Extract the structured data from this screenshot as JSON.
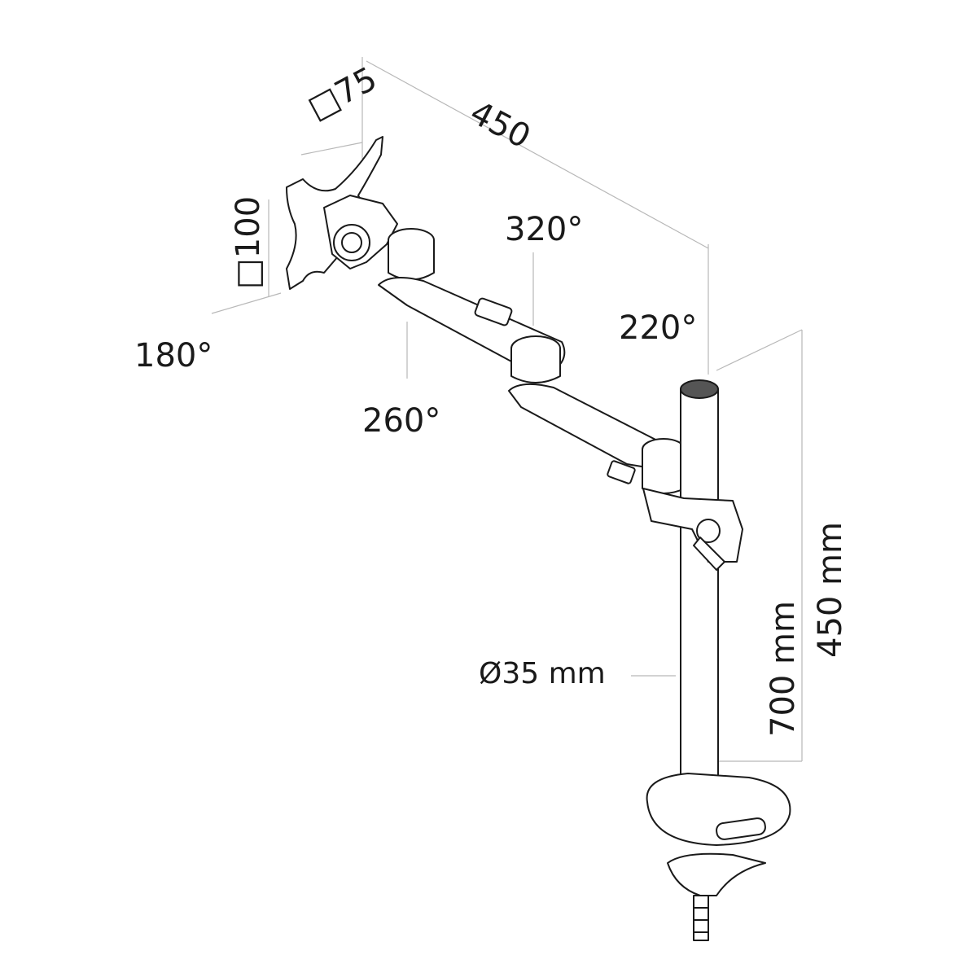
{
  "diagram": {
    "subject": "Single monitor desk arm with pole and desk clamp",
    "dimensions": {
      "vesa_small": "□75",
      "vesa_large": "□100",
      "arm_reach": "450",
      "pole_diameter": "Ø35 mm",
      "height_inner": "700 mm",
      "height_outer": "450 mm"
    },
    "rotation_angles": {
      "tilt_head": "180°",
      "joint_middle": "320°",
      "joint_lower": "260°",
      "joint_pole": "220°"
    },
    "colors": {
      "line": "#1a1a1a",
      "dim_line": "#b0b0b0",
      "background": "#ffffff"
    }
  }
}
